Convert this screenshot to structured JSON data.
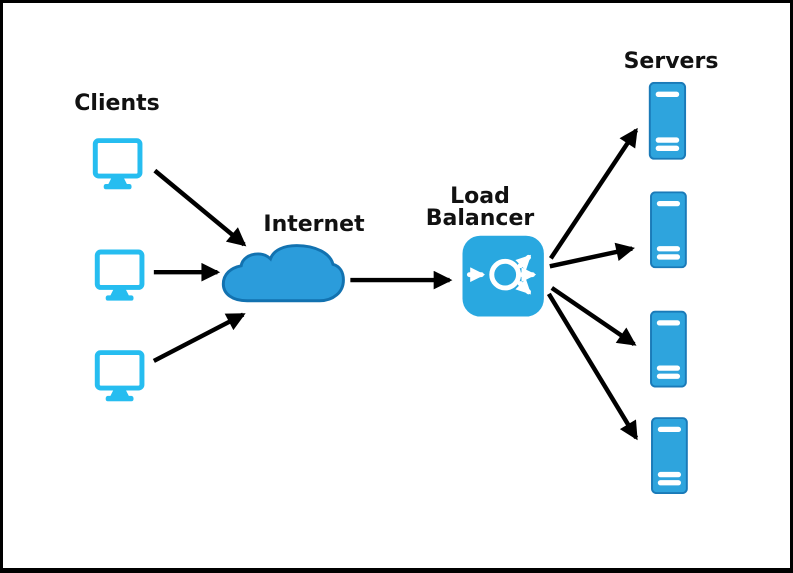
{
  "diagram": {
    "type": "network-architecture",
    "nodes": {
      "clients": {
        "label": "Clients",
        "icon": "monitor-icon",
        "count": 3
      },
      "internet": {
        "label": "Internet",
        "icon": "cloud-icon",
        "count": 1
      },
      "load_balancer": {
        "label": "Load Balancer",
        "icon": "load-balancer-icon",
        "count": 1
      },
      "servers": {
        "label": "Servers",
        "icon": "server-icon",
        "count": 4
      }
    },
    "edges": [
      {
        "from": "client-1",
        "to": "internet"
      },
      {
        "from": "client-2",
        "to": "internet"
      },
      {
        "from": "client-3",
        "to": "internet"
      },
      {
        "from": "internet",
        "to": "load-balancer"
      },
      {
        "from": "load-balancer",
        "to": "server-1"
      },
      {
        "from": "load-balancer",
        "to": "server-2"
      },
      {
        "from": "load-balancer",
        "to": "server-3"
      },
      {
        "from": "load-balancer",
        "to": "server-4"
      }
    ]
  },
  "colors": {
    "bg": "#ffffff",
    "frame": "#000000",
    "text": "#111111",
    "arrow": "#000000",
    "monitor": "#26bdf0",
    "cloud-fill": "#2b9cdb",
    "cloud-stroke": "#1272b0",
    "lb-fill": "#29a8e0",
    "glyph": "#ffffff",
    "server-fill": "#2ea4dd",
    "server-stroke": "#1a7ab8"
  }
}
